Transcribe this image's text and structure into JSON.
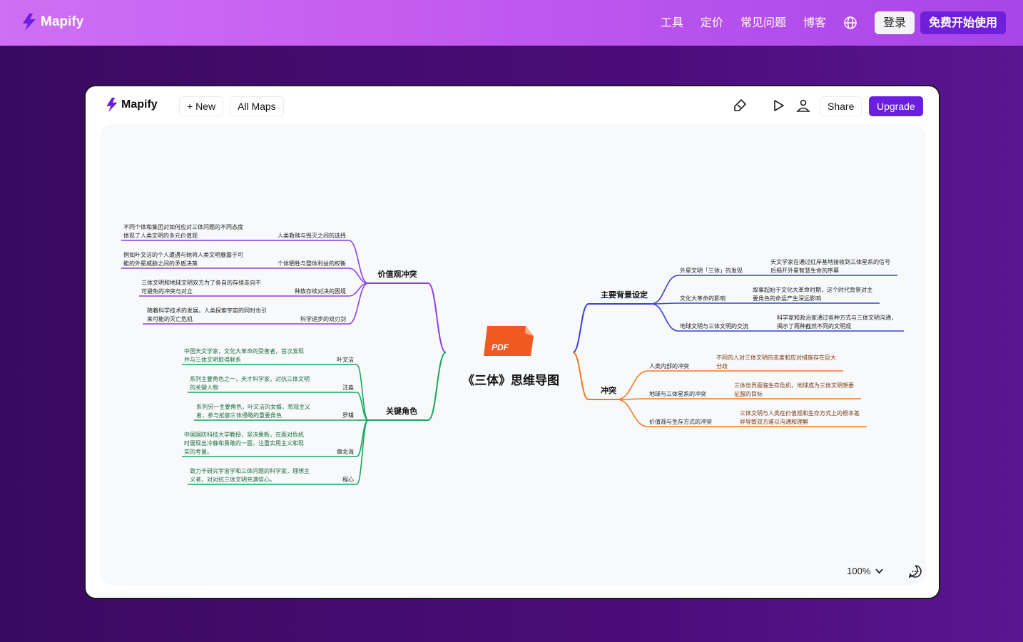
{
  "site": {
    "brand": "Mapify",
    "nav": [
      "工具",
      "定价",
      "常见问题",
      "博客"
    ],
    "login_label": "登录",
    "start_label": "免费开始使用",
    "colors": {
      "accent": "#6f1fd9",
      "header": "#c45cf0"
    }
  },
  "app": {
    "brand": "Mapify",
    "new_label": "+ New",
    "all_maps_label": "All Maps",
    "share_label": "Share",
    "upgrade_label": "Upgrade",
    "zoom_label": "100%",
    "icons": [
      "brush-icon",
      "play-icon",
      "user-icon",
      "chat-icon",
      "chevron-down-icon"
    ]
  },
  "mindmap": {
    "root": {
      "title": "《三体》思维导图",
      "icon_label": "PDF"
    },
    "branches": [
      {
        "title": "价值观冲突",
        "color": "#8b3fe0",
        "children": [
          {
            "label": "人类救赎与毁灭之间的选择",
            "note": [
              "不同个体和集团对如何应对三体问题的不同态度",
              "体现了人类文明的多元价值观"
            ]
          },
          {
            "label": "个体牺牲与整体利益的权衡",
            "note": [
              "例如叶文洁的个人遭遇与她将人类文明暴露于可",
              "能的外星威胁之间的矛盾决策"
            ]
          },
          {
            "label": "种族存续对决的困境",
            "note": [
              "三体文明和地球文明双方为了各自的存续走向不",
              "可避免的冲突与对立"
            ]
          },
          {
            "label": "科学进步的双刃剑",
            "note": [
              "随着科学技术的发展，人类探索宇宙的同时也引",
              "来可能的灭亡危机"
            ]
          }
        ]
      },
      {
        "title": "关键角色",
        "color": "#17a65c",
        "children": [
          {
            "label": "叶文洁",
            "note": [
              "中国天文学家，文化大革命的受害者，首次发现",
              "并与三体文明取得联系"
            ]
          },
          {
            "label": "汪淼",
            "note": [
              "系列主要角色之一，天才科学家，对抗三体文明",
              "的关键人物"
            ]
          },
          {
            "label": "罗辑",
            "note": [
              "系列另一主要角色，叶文洁的女婿，悲观主义",
              "者，参与抵御三体侵略的重要角色"
            ]
          },
          {
            "label": "章北海",
            "note": [
              "中国国防科技大学教授，坚决果断，在面对危机",
              "时展现出冷静和勇敢的一面，注重实用主义和现",
              "实的考量。"
            ]
          },
          {
            "label": "程心",
            "note": [
              "致力于研究宇宙学和三体问题的科学家，理想主",
              "义者，对对抗三体文明充满信心。"
            ]
          }
        ]
      },
      {
        "title": "主要背景设定",
        "color": "#3b3fd8",
        "children": [
          {
            "label": "外星文明「三体」的发现",
            "note": [
              "天文学家在通过红岸基地接收到三体星系的信号",
              "后揭开外星智慧生命的序幕"
            ]
          },
          {
            "label": "文化大革命的影响",
            "note": [
              "故事起始于文化大革命时期，这个时代背景对主",
              "要角色的命运产生深远影响"
            ]
          },
          {
            "label": "地球文明与三体文明的交流",
            "note": [
              "科学家和政治家通过各种方式与三体文明沟通，",
              "揭示了两种截然不同的文明观"
            ]
          }
        ]
      },
      {
        "title": "冲突",
        "color": "#f07a22",
        "children": [
          {
            "label": "人类内部的冲突",
            "note": [
              "不同的人对三体文明的态度和应对措施存在巨大",
              "分歧"
            ]
          },
          {
            "label": "地球与三体星系的冲突",
            "note": [
              "三体世界面临生存危机，地球成为三体文明想要",
              "征服的目标"
            ]
          },
          {
            "label": "价值观与生存方式的冲突",
            "note": [
              "三体文明与人类在价值观和生存方式上的根本差",
              "异导致双方难以沟通和理解"
            ]
          }
        ]
      }
    ]
  }
}
